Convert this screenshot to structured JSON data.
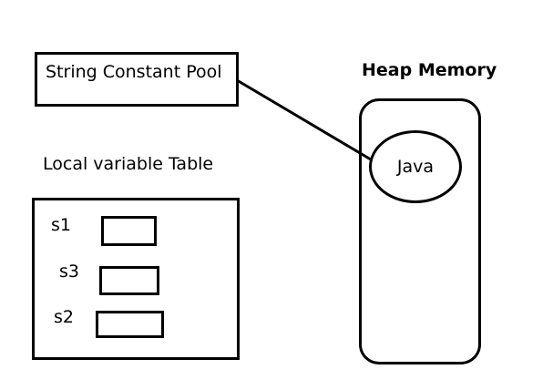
{
  "string_pool": {
    "title": "String Constant Pool"
  },
  "heap": {
    "title": "Heap Memory",
    "object_value": "Java"
  },
  "local_table": {
    "title": "Local variable Table",
    "variables": [
      {
        "name": "s1"
      },
      {
        "name": "s3"
      },
      {
        "name": "s2"
      }
    ]
  }
}
